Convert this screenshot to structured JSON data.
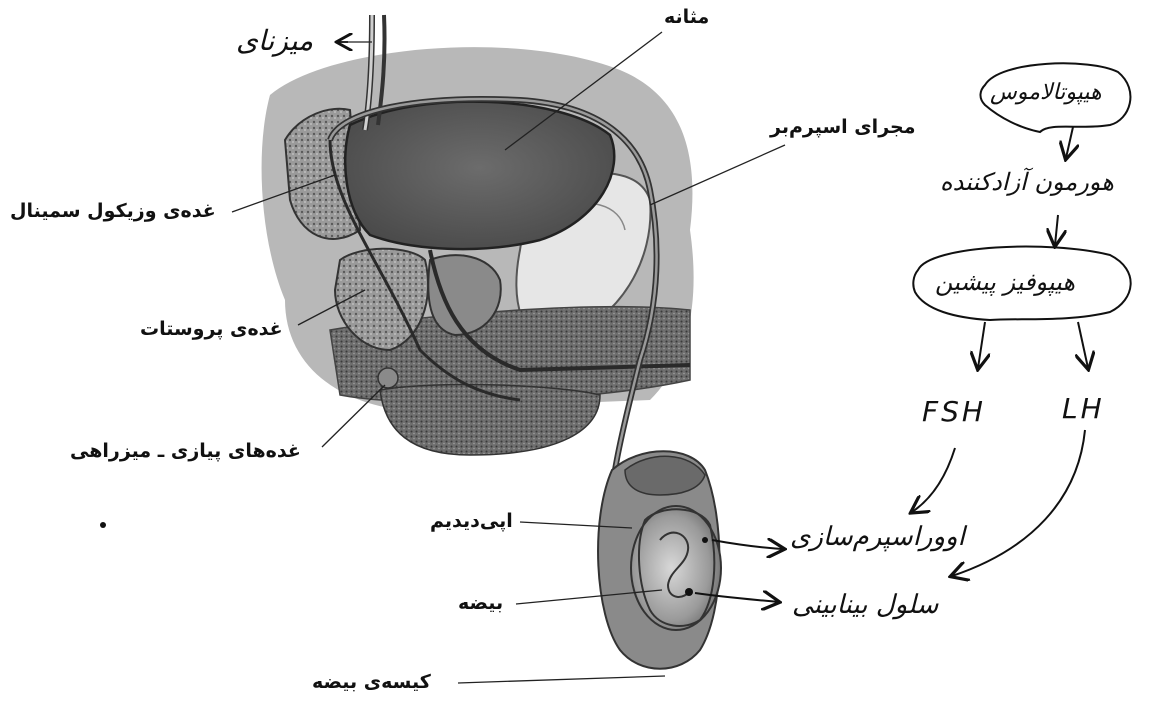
{
  "anatomy_labels": {
    "ureter": "میزنای",
    "bladder": "مثانه",
    "vas_deferens": "مجرای اسپرم‌بر",
    "seminal_vesicle": "غده‌ی وزیکول سمینال",
    "prostate": "غده‌ی پروستات",
    "bulbourethral": "غده‌های پیازی ـ میزراهی",
    "epididymis": "اپی‌دیدیم",
    "testis": "بیضه",
    "scrotum": "کیسه‌ی بیضه"
  },
  "hormone_flow": {
    "hypothalamus": "هیپوتالاموس",
    "releasing_hormone": "هورمون آزادکننده",
    "pituitary": "هیپوفیز پیشین",
    "fsh": "FSH",
    "lh": "LH",
    "spermatogenesis": "اووراسپرم‌سازی",
    "interstitial_cell": "سلول بینابینی"
  }
}
